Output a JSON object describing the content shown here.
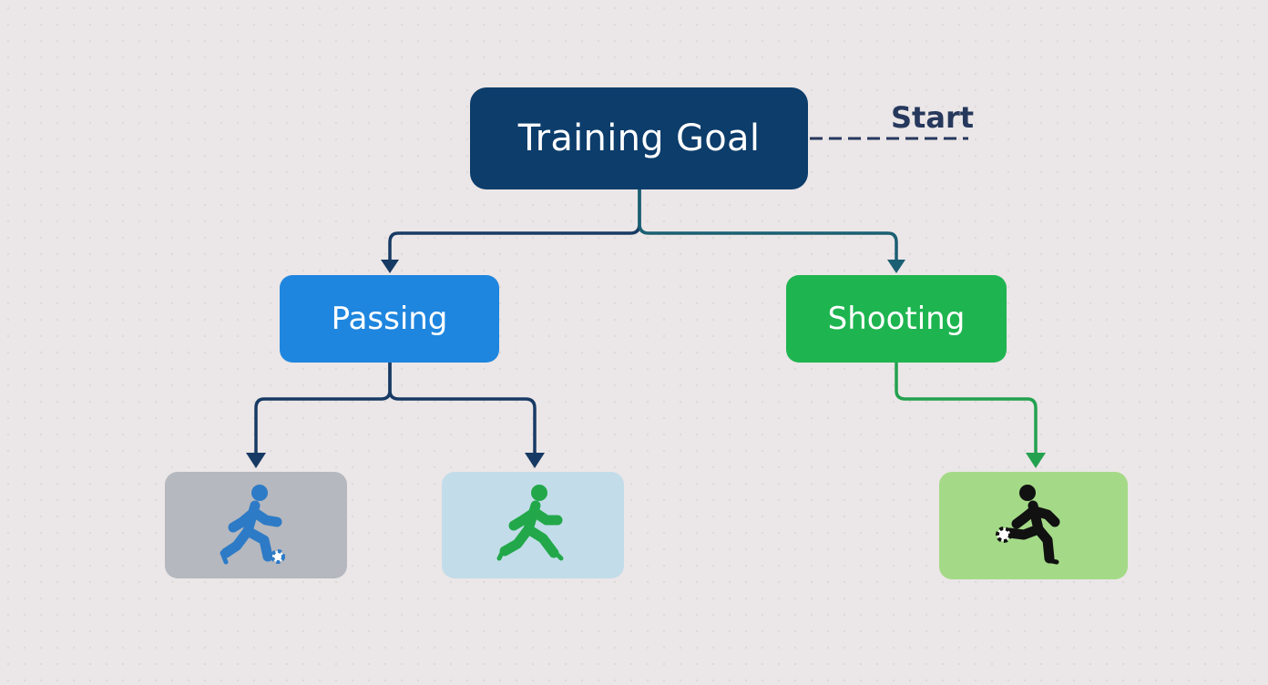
{
  "diagram": {
    "root": {
      "label": "Training Goal"
    },
    "start_label": "Start",
    "branches": [
      {
        "label": "Passing"
      },
      {
        "label": "Shooting"
      }
    ],
    "leaves": [
      {
        "icon": "runner-dribbling-icon"
      },
      {
        "icon": "runner-icon"
      },
      {
        "icon": "player-kicking-ball-icon"
      }
    ]
  },
  "colors": {
    "root_fill": "#0c3d6b",
    "passing_fill": "#1f86df",
    "shooting_fill": "#1eb550",
    "leaf1_fill": "#b5b8be",
    "leaf2_fill": "#c2dde9",
    "leaf3_fill": "#a4da87",
    "dark_connector": "#173a64",
    "teal_connector": "#1a5f72",
    "green_connector": "#23a14f",
    "icon_blue": "#2d7bc7",
    "icon_green": "#22a84a",
    "icon_black": "#111111"
  }
}
